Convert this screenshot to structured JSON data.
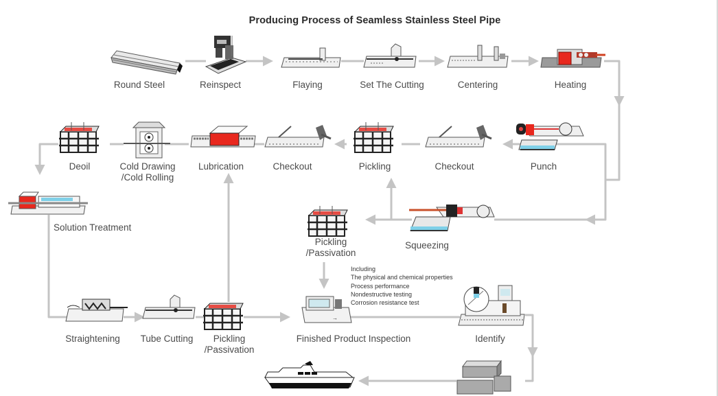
{
  "title": "Producing Process of Seamless Stainless Steel Pipe",
  "steps": {
    "round_steel": "Round Steel",
    "reinspect": "Reinspect",
    "flaying": "Flaying",
    "set_the_cutting": "Set The Cutting",
    "centering": "Centering",
    "heating": "Heating",
    "punch": "Punch",
    "checkout_1": "Checkout",
    "pickling": "Pickling",
    "checkout_2": "Checkout",
    "lubrication": "Lubrication",
    "cold_drawing": [
      "Cold Drawing",
      "/Cold Rolling"
    ],
    "deoil": "Deoil",
    "solution_treatment": "Solution Treatment",
    "squeezing": "Squeezing",
    "pickling_passivation_1": [
      "Pickling",
      "/Passivation"
    ],
    "straightening": "Straightening",
    "tube_cutting": "Tube Cutting",
    "pickling_passivation_2": [
      "Pickling",
      "/Passivation"
    ],
    "finished_product_inspection": "Finished Product Inspection",
    "identify": "Identify"
  },
  "inspection_note": [
    "Including",
    "The physical and chemical properties",
    "Process performance",
    "Nondestructive testing",
    "Corrosion resistance test"
  ],
  "colors": {
    "arrow": "#c4c4c4",
    "heat_red": "#e8281e",
    "water_blue": "#7fd0e8",
    "machine_gray": "#888888",
    "dark": "#1e1e1e"
  }
}
